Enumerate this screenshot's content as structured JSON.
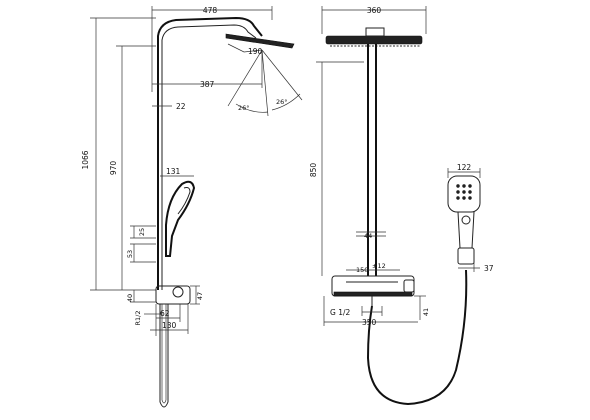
{
  "dimensions": {
    "width_total": "478",
    "head_diameter": "190",
    "reach": "387",
    "wall_offset": "22",
    "angle_left": "26°",
    "angle_right": "26°",
    "hand_shower_offset": "131",
    "height_total": "1066",
    "height_970": "970",
    "d25": "25",
    "d53": "53",
    "d40": "40",
    "d47": "47",
    "thread_r12": "R1/2",
    "d62": "62",
    "d130": "130",
    "head_width_front": "360",
    "height_850": "850",
    "d44": "44",
    "range_150": "150",
    "range_tol": "±12",
    "thread_g12": "G 1/2",
    "width_350": "350",
    "d41": "41",
    "hand_width": "122",
    "hand_offset_37": "37"
  }
}
